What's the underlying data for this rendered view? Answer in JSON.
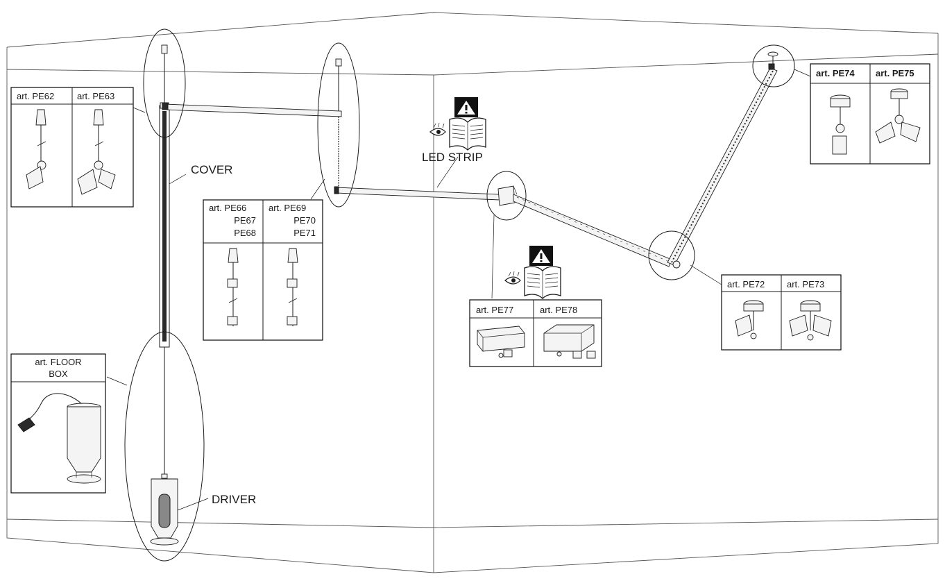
{
  "labels": {
    "cover": "COVER",
    "led_strip": "LED STRIP",
    "driver": "DRIVER"
  },
  "panels": {
    "pe62": "art. PE62",
    "pe63": "art. PE63",
    "pe66": [
      "art. PE66",
      "PE67",
      "PE68"
    ],
    "pe69": [
      "art. PE69",
      "PE70",
      "PE71"
    ],
    "pe74": "art. PE74",
    "pe75": "art. PE75",
    "pe72": "art. PE72",
    "pe73": "art. PE73",
    "pe77": "art. PE77",
    "pe78": "art. PE78",
    "floor_box": [
      "art. FLOOR",
      "BOX"
    ]
  },
  "icons": {
    "warning": "warning-triangle-icon",
    "manual": "manual-book-icon",
    "eye": "eye-icon"
  },
  "colors": {
    "line": "#1a1a1a",
    "background": "#ffffff",
    "warning_fill": "#111111"
  }
}
